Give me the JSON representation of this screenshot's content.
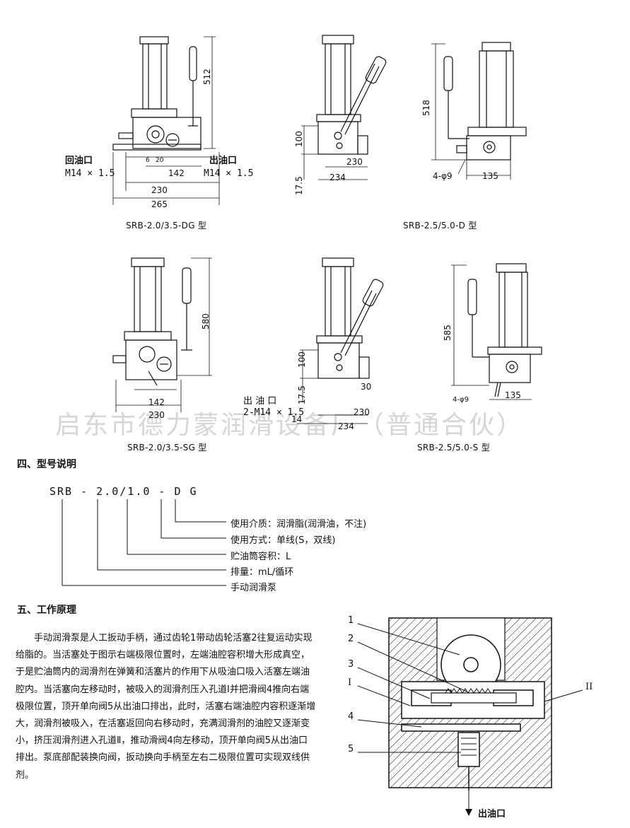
{
  "watermark": "启东市德力蒙润滑设备厂（普通合伙）",
  "drawings": [
    {
      "caption": "SRB-2.0/3.5-DG 型",
      "dims": [
        "512",
        "6",
        "20",
        "142",
        "230",
        "265"
      ],
      "left_port_name": "回油口",
      "left_port_spec": "M14 × 1.5",
      "right_port_name": "出油口",
      "right_port_spec": "M14 × 1.5"
    },
    {
      "caption": "SRB-2.5/5.0-D 型",
      "dims": [
        "100",
        "17.5",
        "230",
        "234"
      ]
    },
    {
      "caption": "SRB-2.5/5.0-D 型",
      "dims": [
        "518",
        "4-φ9",
        "135"
      ]
    },
    {
      "caption": "SRB-2.0/3.5-SG 型",
      "dims": [
        "580",
        "142",
        "230"
      ]
    },
    {
      "caption": "",
      "dims": [
        "100",
        "17.5",
        "30",
        "230",
        "14",
        "234"
      ],
      "port_name": "出 油 口",
      "port_spec": "2-M14 × 1.5"
    },
    {
      "caption": "SRB-2.5/5.0-S 型",
      "dims": [
        "585",
        "4-φ9",
        "135"
      ]
    }
  ],
  "section4": {
    "title": "四、型号说明",
    "code": "SRB - 2.0/1.0 - D G",
    "items": [
      "使用介质：润滑脂(润滑油，不注)",
      "使用方式：单线(S，双线)",
      "贮油筒容积：L",
      "排量：mL/循环",
      "手动润滑泵"
    ]
  },
  "section5": {
    "title": "五、工作原理",
    "text": "手动润滑泵是人工扳动手柄，通过齿轮1带动齿轮活塞2往复运动实现给脂的。当活塞处于图示右端极限位置时，左端油腔容积增大形成真空，于是贮油筒内的润滑剂在弹簧和活塞片的作用下从吸油口吸入活塞左端油腔内。当活塞向左移动时，被吸入的润滑剂压入孔道Ⅰ并把滑阀4推向右端极限位置，顶开单向阀5从出油口排出，此时，活塞右端油腔内容积逐渐增大，润滑剂被吸入，在活塞返回向右移动时，充满润滑剂的油腔又逐渐变小，挤压润滑剂进入孔道Ⅱ，推动滑阀4向左移动，顶开单向阀5从出油口排出。泵底部配装换向阀，扳动换向手柄至左右二极限位置可实现双线供剂。",
    "diagram": {
      "labels": [
        "1",
        "2",
        "3",
        "I",
        "4",
        "5",
        "II"
      ],
      "outlet": "出油口"
    }
  }
}
